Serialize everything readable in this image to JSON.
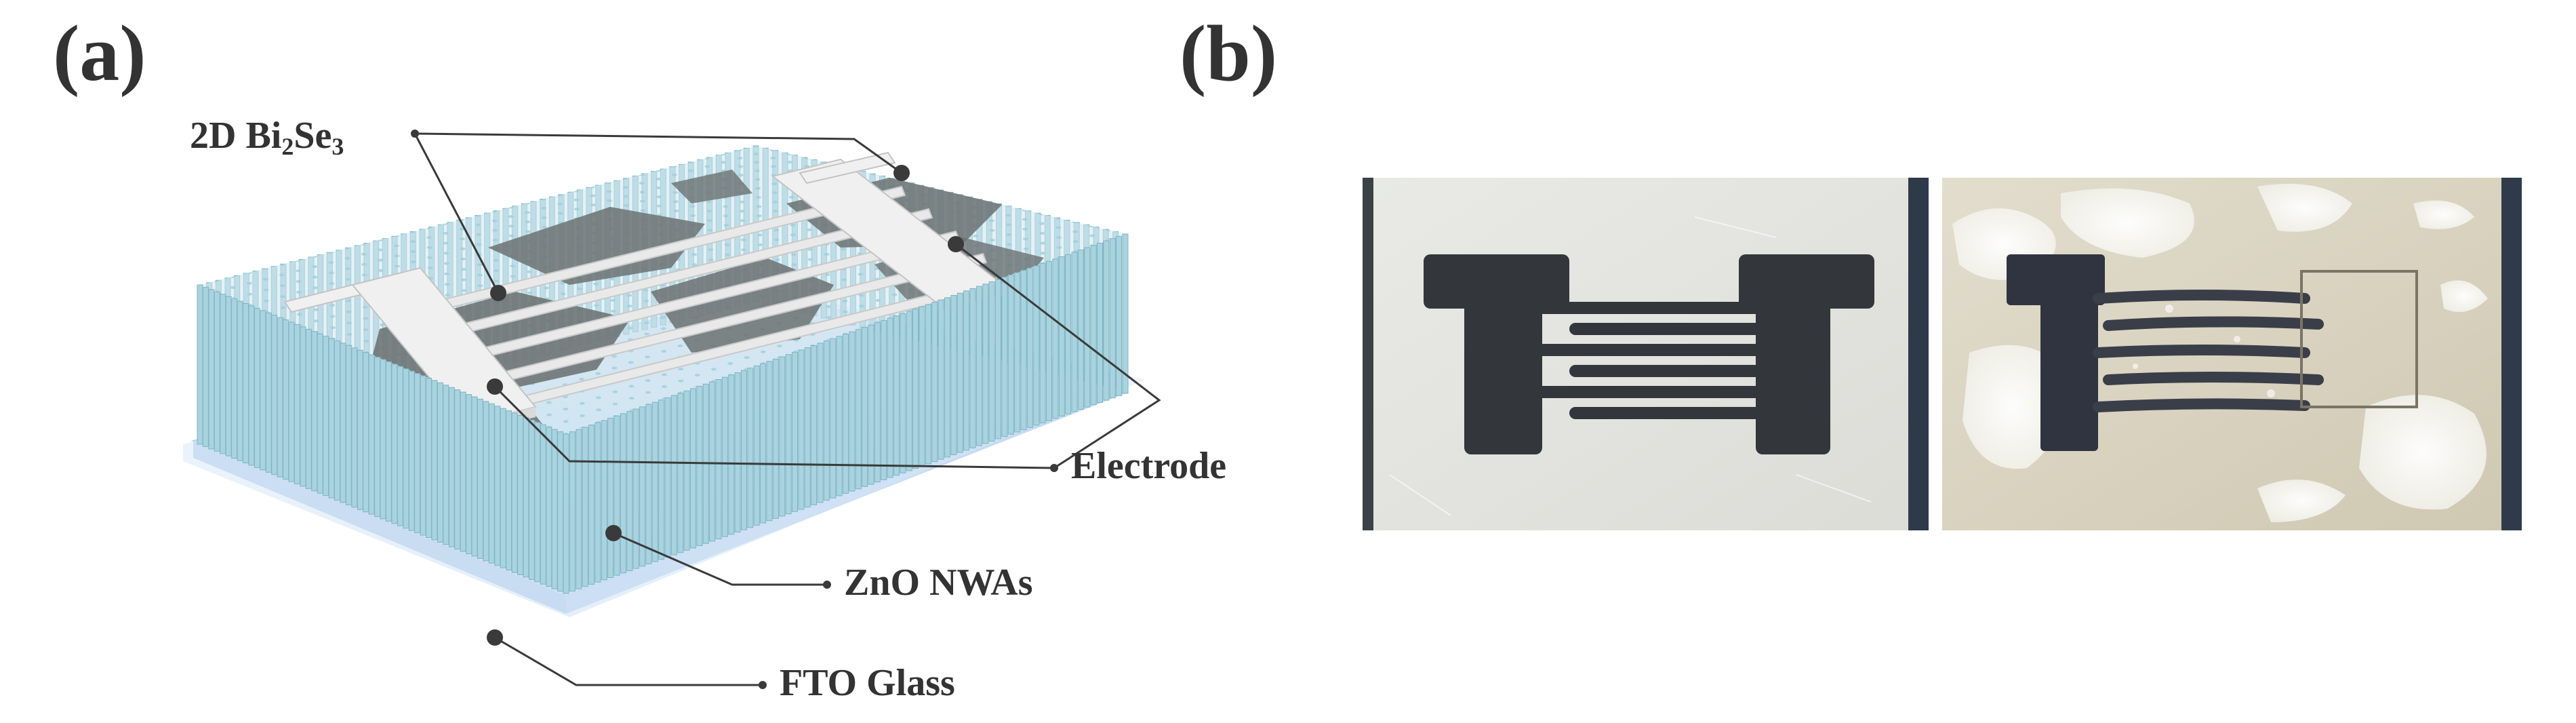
{
  "panels": {
    "a": {
      "label": "(a)"
    },
    "b": {
      "label": "(b)"
    }
  },
  "callouts": {
    "bi2se3": {
      "main": "2D Bi",
      "sub": "2",
      "mid": "Se",
      "sub2": "3"
    },
    "electrode": "Electrode",
    "zno": "ZnO NWAs",
    "fto": "FTO Glass"
  },
  "colors": {
    "text": "#333333",
    "leader": "#3a3a3a",
    "glass": "#dbe9f8",
    "glass_edge": "#b7d0ee",
    "nanowire": "#a9d3de",
    "nanowire_edge": "#7fb4c4",
    "flake": "#6e7373",
    "electrode": "#eeeeee",
    "electrode_edge": "#c9c9c9",
    "photo_bg_left": "#e7e8e4",
    "photo_bg_right": "#ddd9cb",
    "photo_dark": "#2f3236"
  }
}
